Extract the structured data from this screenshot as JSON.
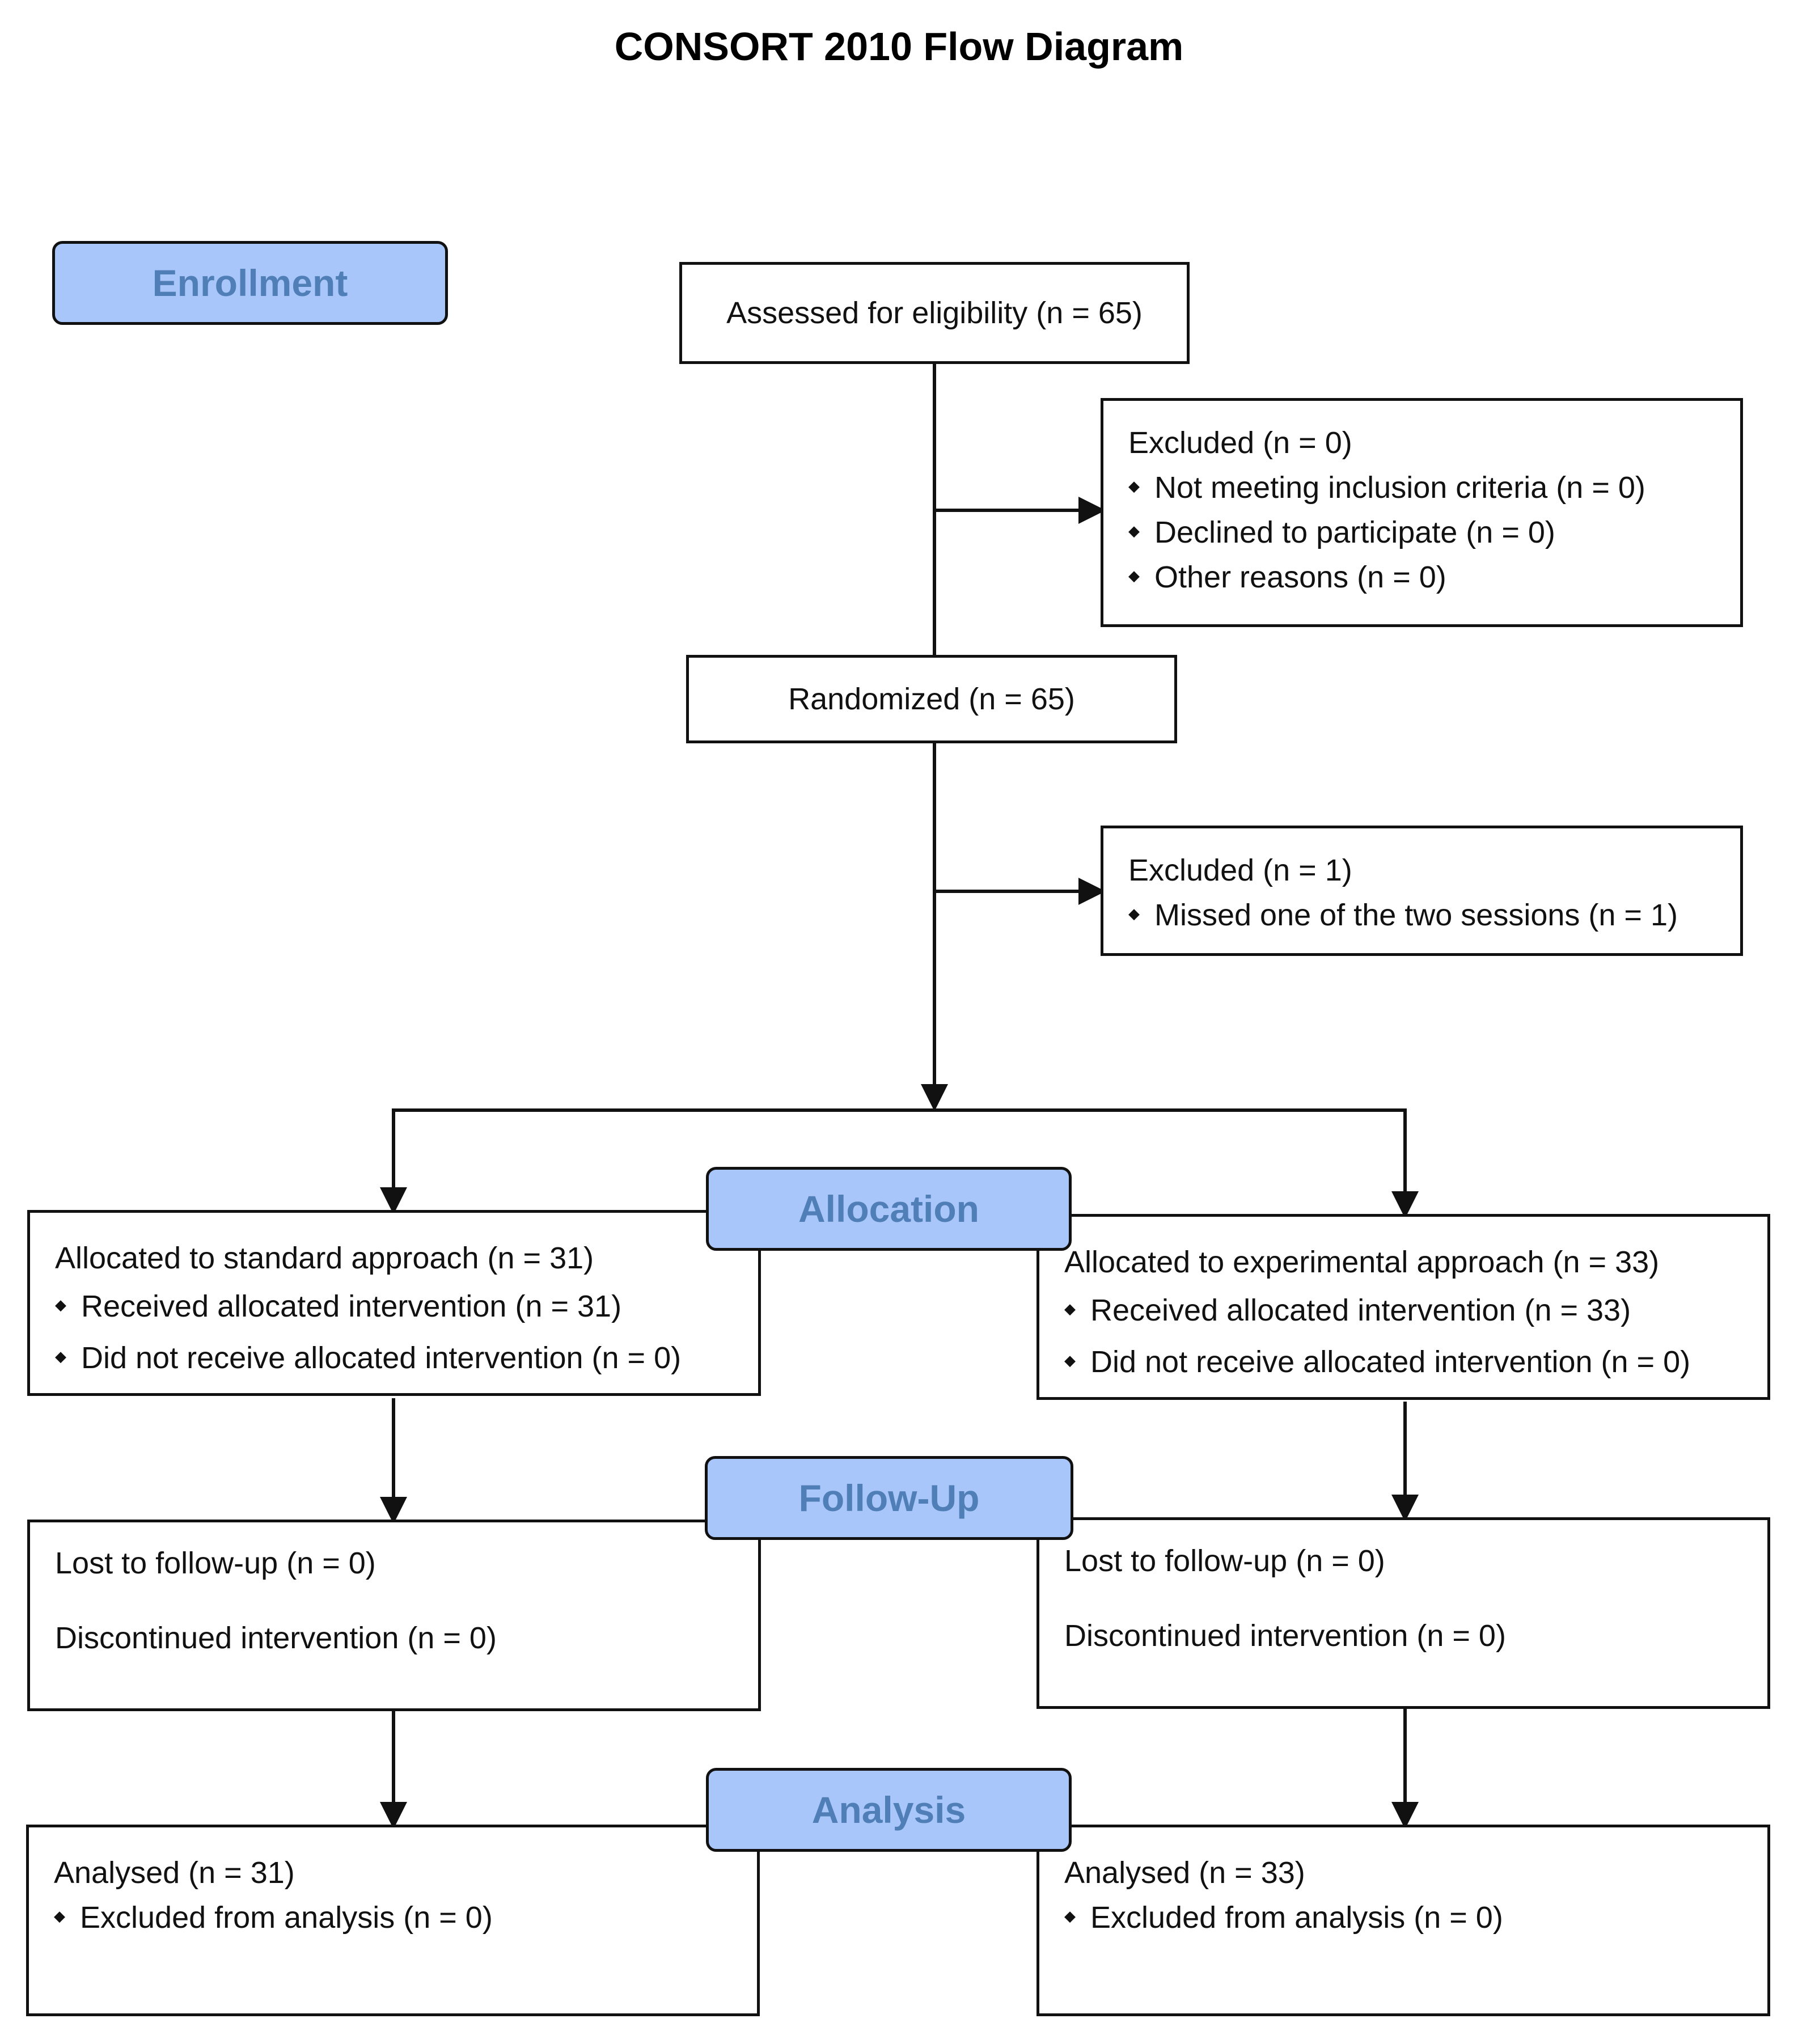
{
  "title": "CONSORT 2010 Flow Diagram",
  "stages": {
    "enrollment": "Enrollment",
    "allocation": "Allocation",
    "follow_up": "Follow-Up",
    "analysis": "Analysis"
  },
  "enrollment": {
    "assessed": "Assessed for eligibility (n = 65)",
    "excluded1": {
      "heading": "Excluded (n = 0)",
      "items": [
        "Not meeting inclusion criteria (n = 0)",
        "Declined to participate (n = 0)",
        "Other reasons (n = 0)"
      ]
    },
    "randomized": "Randomized (n = 65)",
    "excluded2": {
      "heading": "Excluded (n = 1)",
      "items": [
        "Missed one of the two sessions (n = 1)"
      ]
    }
  },
  "allocation": {
    "left": {
      "heading": "Allocated to standard approach (n = 31)",
      "items": [
        "Received allocated intervention (n = 31)",
        "Did not receive allocated intervention (n = 0)"
      ]
    },
    "right": {
      "heading": "Allocated to experimental approach (n = 33)",
      "items": [
        "Received allocated intervention (n = 33)",
        "Did not receive allocated intervention (n = 0)"
      ]
    }
  },
  "follow_up": {
    "left": {
      "lost": "Lost to follow-up (n = 0)",
      "discontinued": "Discontinued intervention (n = 0)"
    },
    "right": {
      "lost": "Lost to follow-up (n = 0)",
      "discontinued": "Discontinued intervention (n = 0)"
    }
  },
  "analysis": {
    "left": {
      "heading": "Analysed (n = 31)",
      "items": [
        "Excluded from analysis (n = 0)"
      ]
    },
    "right": {
      "heading": "Analysed (n = 33)",
      "items": [
        "Excluded from analysis (n = 0)"
      ]
    }
  }
}
